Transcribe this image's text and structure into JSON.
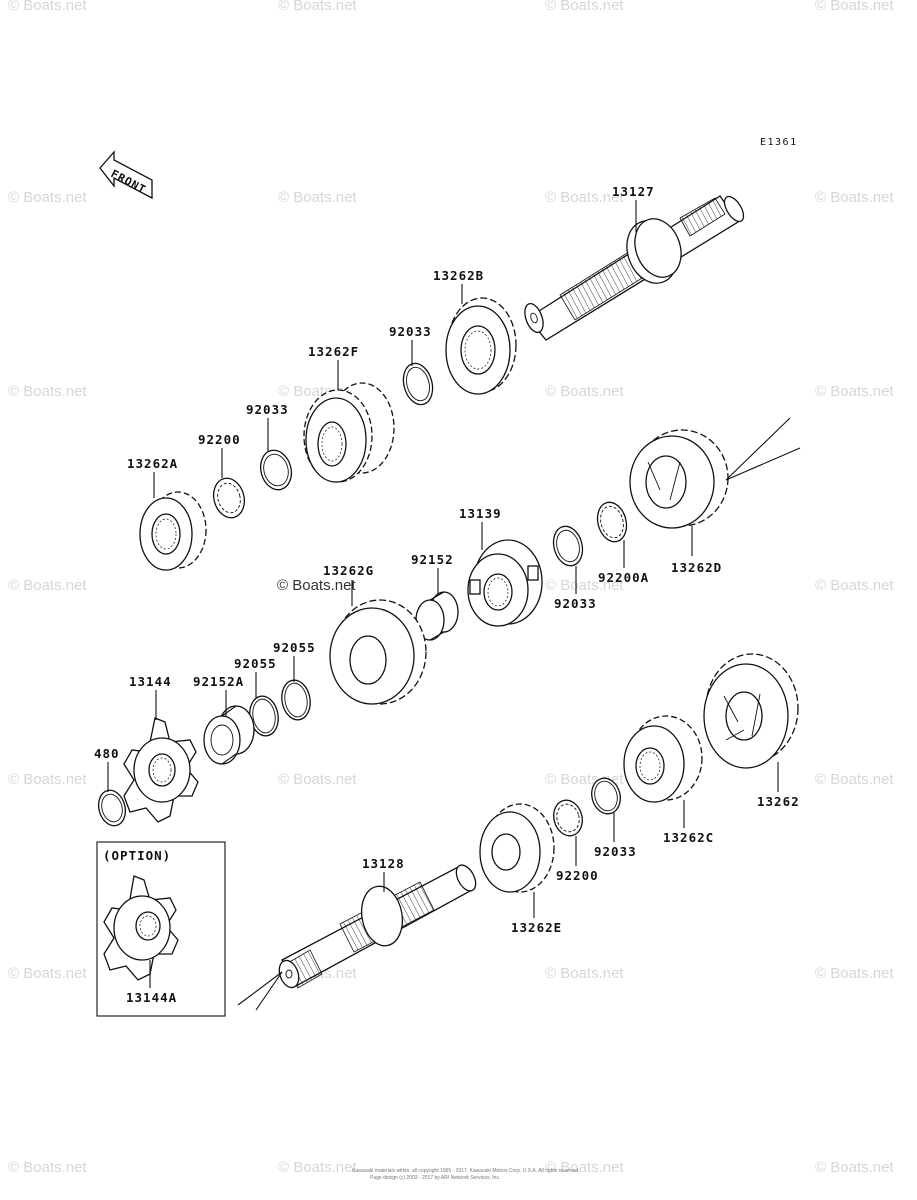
{
  "diagram_code": "E1361",
  "front_label": "FRONT",
  "option_label": "(OPTION)",
  "watermark": "© Boats.net",
  "copyright_line1": "Kawasaki materials within, all copyright 1965 - 2017, Kawasaki Motors Corp. U.S.A. All rights reserved.",
  "copyright_line2": "Page design (c) 2003 - 2017 by ARI Network Services, Inc.",
  "labels": {
    "p13127": "13127",
    "p13262B": "13262B",
    "p92033_a": "92033",
    "p13262F": "13262F",
    "p92033_b": "92033",
    "p92200_a": "92200",
    "p13262A": "13262A",
    "p13139": "13139",
    "p92152": "92152",
    "p13262G": "13262G",
    "p92033_c": "92033",
    "p92200A": "92200A",
    "p13262D": "13262D",
    "p92055_a": "92055",
    "p92055_b": "92055",
    "p92152A": "92152A",
    "p13144": "13144",
    "p480": "480",
    "p13128": "13128",
    "p13262E": "13262E",
    "p92200_b": "92200",
    "p92033_d": "92033",
    "p13262C": "13262C",
    "p13262": "13262",
    "p13144A": "13144A"
  }
}
